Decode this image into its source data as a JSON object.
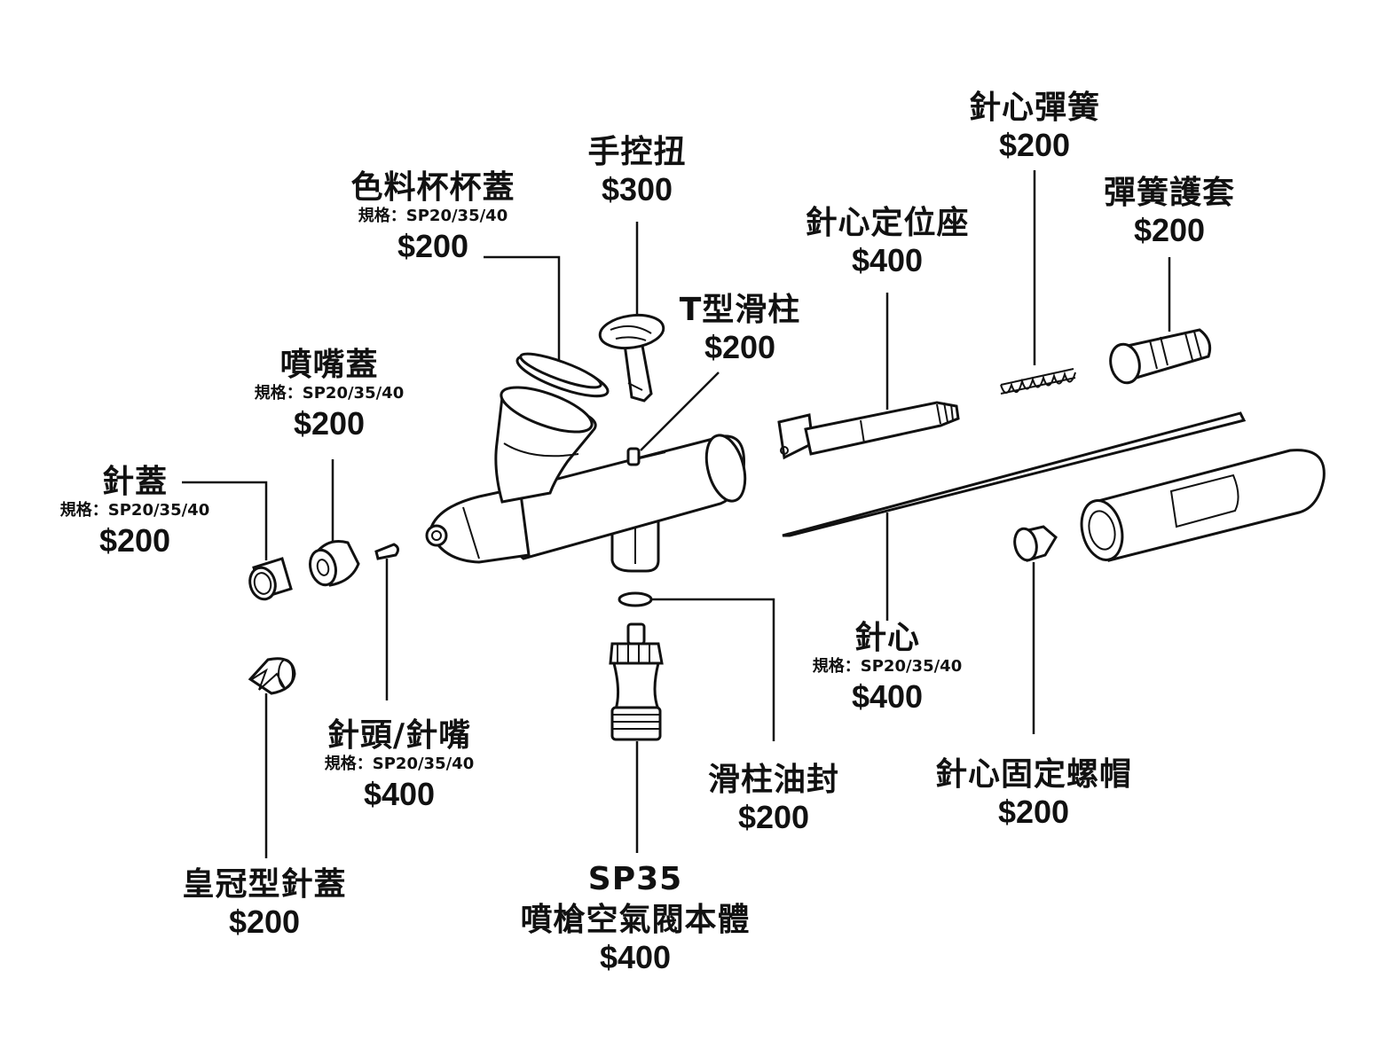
{
  "parts": [
    {
      "id": "needle-cap",
      "name": "針蓋",
      "spec": "規格：SP20/35/40",
      "price": "$200"
    },
    {
      "id": "nozzle-cap",
      "name": "噴嘴蓋",
      "spec": "規格：SP20/35/40",
      "price": "$200"
    },
    {
      "id": "cup-lid",
      "name": "色料杯杯蓋",
      "spec": "規格：SP20/35/40",
      "price": "$200"
    },
    {
      "id": "trigger",
      "name": "手控扭",
      "price": "$300"
    },
    {
      "id": "t-piston",
      "name": "T型滑柱",
      "price": "$200"
    },
    {
      "id": "needle-chucking-guide",
      "name": "針心定位座",
      "price": "$400"
    },
    {
      "id": "needle-spring",
      "name": "針心彈簧",
      "price": "$200"
    },
    {
      "id": "spring-guide",
      "name": "彈簧護套",
      "price": "$200"
    },
    {
      "id": "needle",
      "name": "針心",
      "spec": "規格：SP20/35/40",
      "price": "$400"
    },
    {
      "id": "needle-chucking-nut",
      "name": "針心固定螺帽",
      "price": "$200"
    },
    {
      "id": "piston-seal",
      "name": "滑柱油封",
      "price": "$200"
    },
    {
      "id": "air-valve",
      "name_line1": "SP35",
      "name_line2": "噴槍空氣閥本體",
      "price": "$400"
    },
    {
      "id": "nozzle",
      "name": "針頭/針嘴",
      "spec": "規格：SP20/35/40",
      "price": "$400"
    },
    {
      "id": "crown-cap",
      "name": "皇冠型針蓋",
      "price": "$200"
    }
  ]
}
